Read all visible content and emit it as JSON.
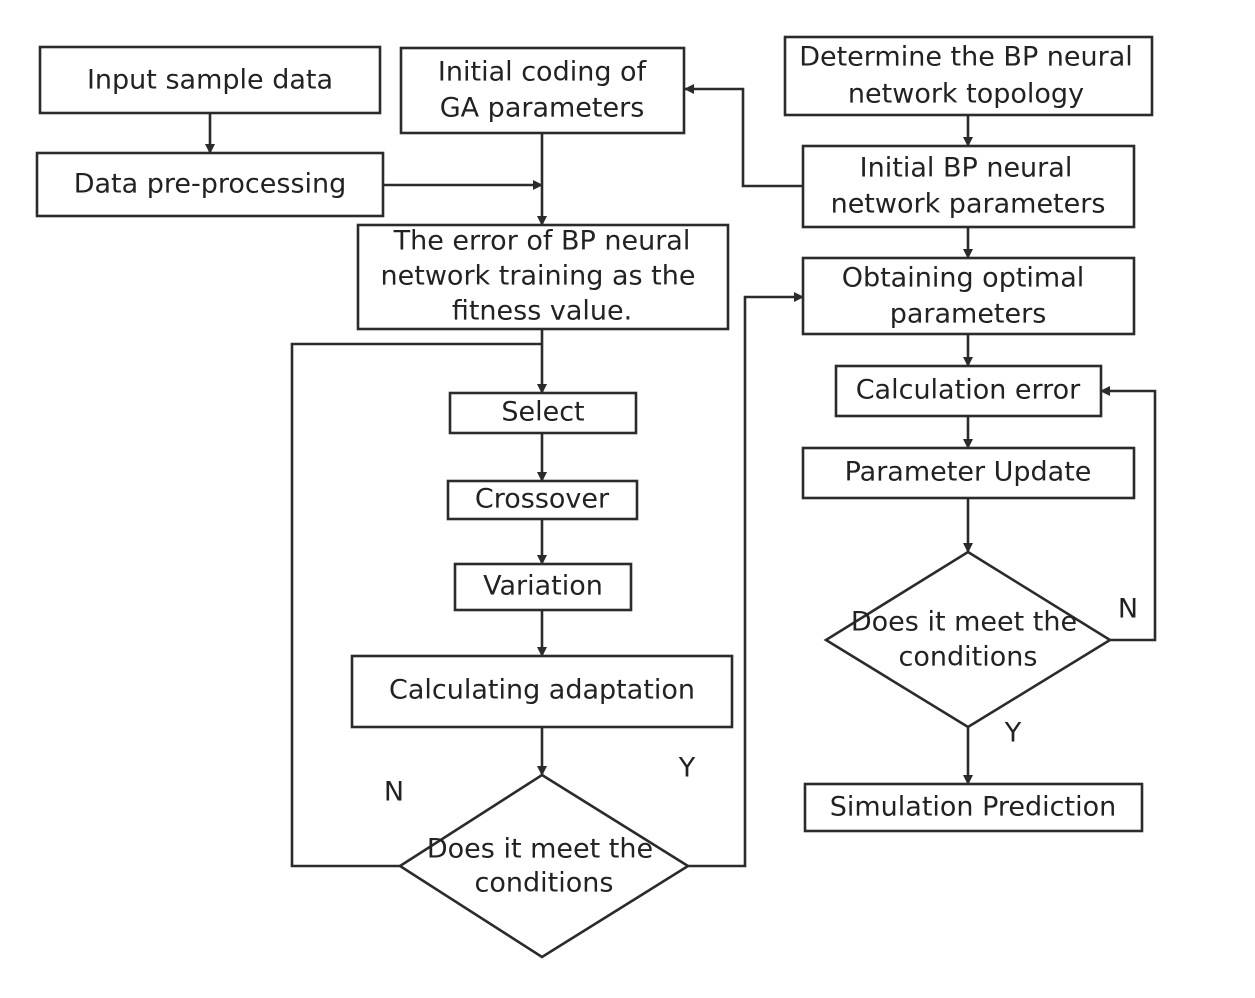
{
  "nodes": {
    "input_sample_data": "Input sample data",
    "data_preprocessing": "Data pre-processing",
    "ga_coding_line1": "Initial coding of",
    "ga_coding_line2": "GA parameters",
    "bp_topology_line1": "Determine the BP neural",
    "bp_topology_line2": "network topology",
    "bp_params_line1": "Initial BP neural",
    "bp_params_line2": "network parameters",
    "fitness_line1": "The error of BP neural",
    "fitness_line2": "network training  as the",
    "fitness_line3": "fitness value.",
    "optimal_line1": "Obtaining optimal",
    "optimal_line2": "parameters",
    "select": "Select",
    "crossover": "Crossover",
    "variation": "Variation",
    "calc_adaptation": "Calculating adaptation",
    "calc_error": "Calculation error",
    "param_update": "Parameter Update",
    "simulation": "Simulation Prediction",
    "ga_decision_line1": "Does it meet the",
    "ga_decision_line2": "conditions",
    "bp_decision_line1": "Does it meet the",
    "bp_decision_line2": "conditions"
  },
  "branches": {
    "ga_no": "N",
    "ga_yes": "Y",
    "bp_no": "N",
    "bp_yes": "Y"
  }
}
